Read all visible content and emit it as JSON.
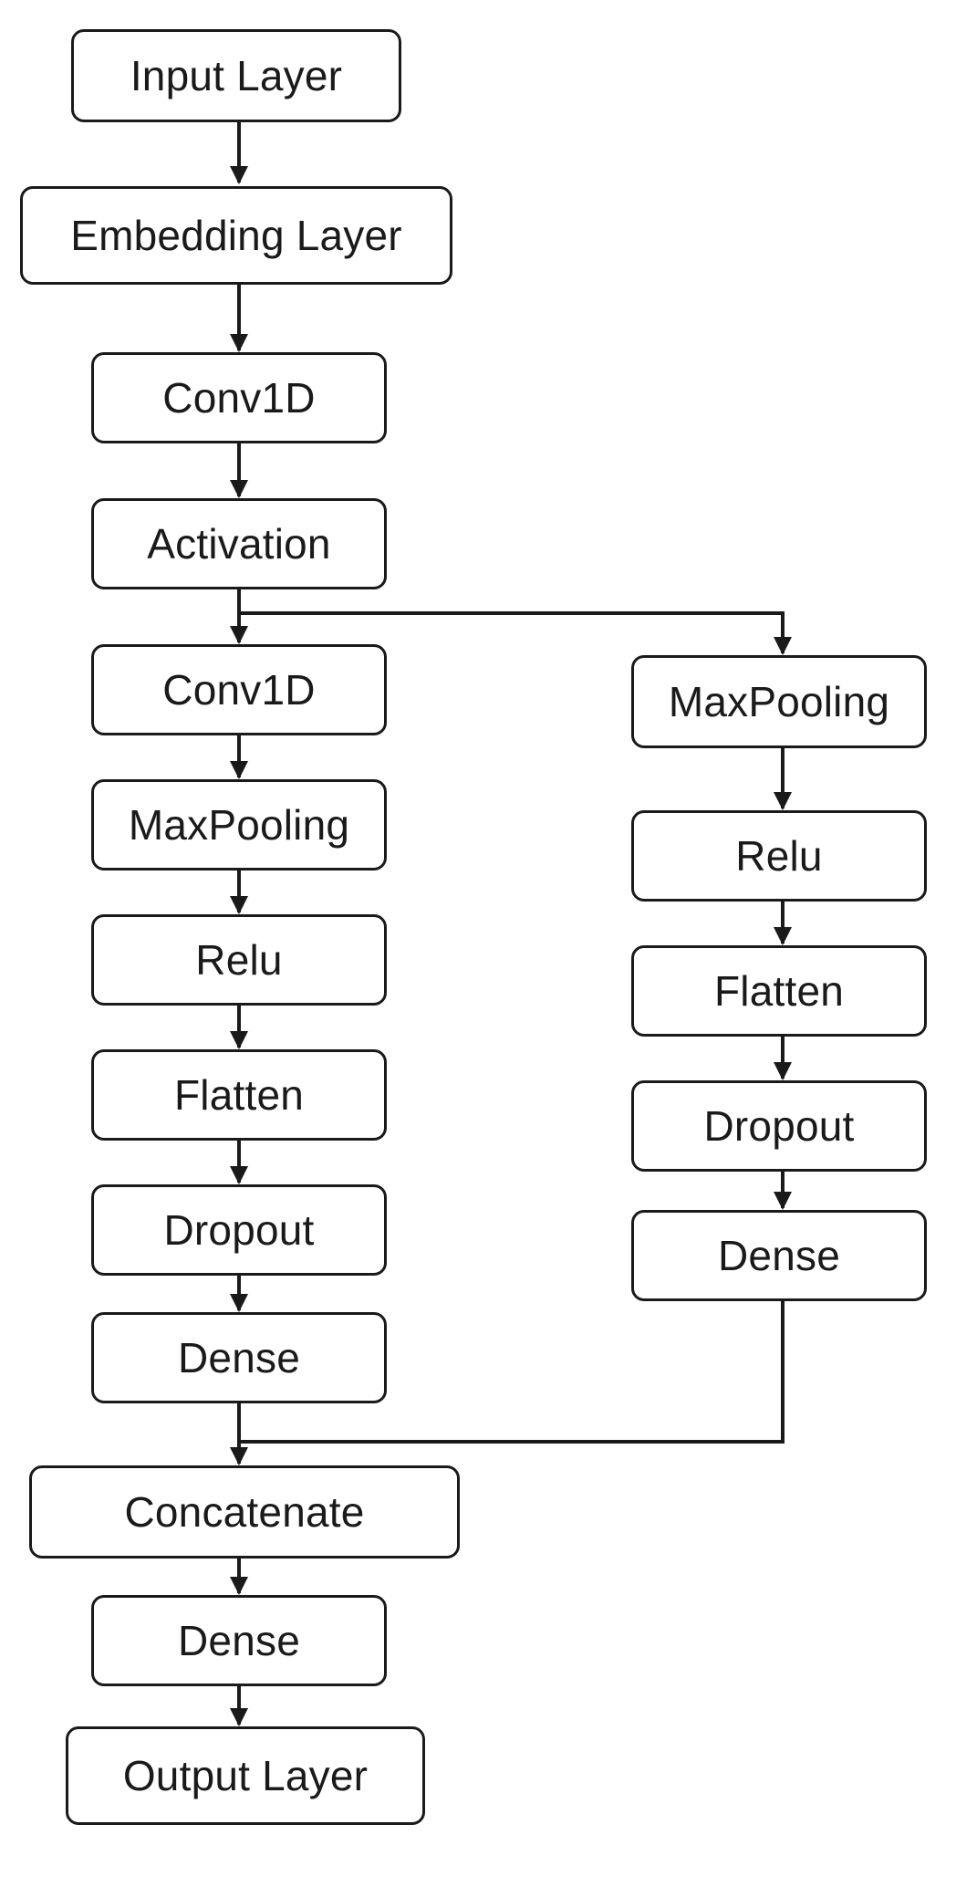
{
  "diagram": {
    "title": "",
    "nodes": {
      "input_layer": "Input Layer",
      "embedding_layer": "Embedding Layer",
      "conv1d_1": "Conv1D",
      "activation": "Activation",
      "left": {
        "conv1d": "Conv1D",
        "maxpooling": "MaxPooling",
        "relu": "Relu",
        "flatten": "Flatten",
        "dropout": "Dropout",
        "dense": "Dense"
      },
      "right": {
        "maxpooling": "MaxPooling",
        "relu": "Relu",
        "flatten": "Flatten",
        "dropout": "Dropout",
        "dense": "Dense"
      },
      "concatenate": "Concatenate",
      "dense_final": "Dense",
      "output_layer": "Output Layer"
    },
    "edges": [
      [
        "input_layer",
        "embedding_layer"
      ],
      [
        "embedding_layer",
        "conv1d_1"
      ],
      [
        "conv1d_1",
        "activation"
      ],
      [
        "activation",
        "left.conv1d"
      ],
      [
        "activation",
        "right.maxpooling"
      ],
      [
        "left.conv1d",
        "left.maxpooling"
      ],
      [
        "left.maxpooling",
        "left.relu"
      ],
      [
        "left.relu",
        "left.flatten"
      ],
      [
        "left.flatten",
        "left.dropout"
      ],
      [
        "left.dropout",
        "left.dense"
      ],
      [
        "right.maxpooling",
        "right.relu"
      ],
      [
        "right.relu",
        "right.flatten"
      ],
      [
        "right.flatten",
        "right.dropout"
      ],
      [
        "right.dropout",
        "right.dense"
      ],
      [
        "left.dense",
        "concatenate"
      ],
      [
        "right.dense",
        "concatenate"
      ],
      [
        "concatenate",
        "dense_final"
      ],
      [
        "dense_final",
        "output_layer"
      ]
    ],
    "colors": {
      "stroke": "#1a1a1a",
      "fill": "#ffffff",
      "text": "#1a1a1a"
    }
  }
}
